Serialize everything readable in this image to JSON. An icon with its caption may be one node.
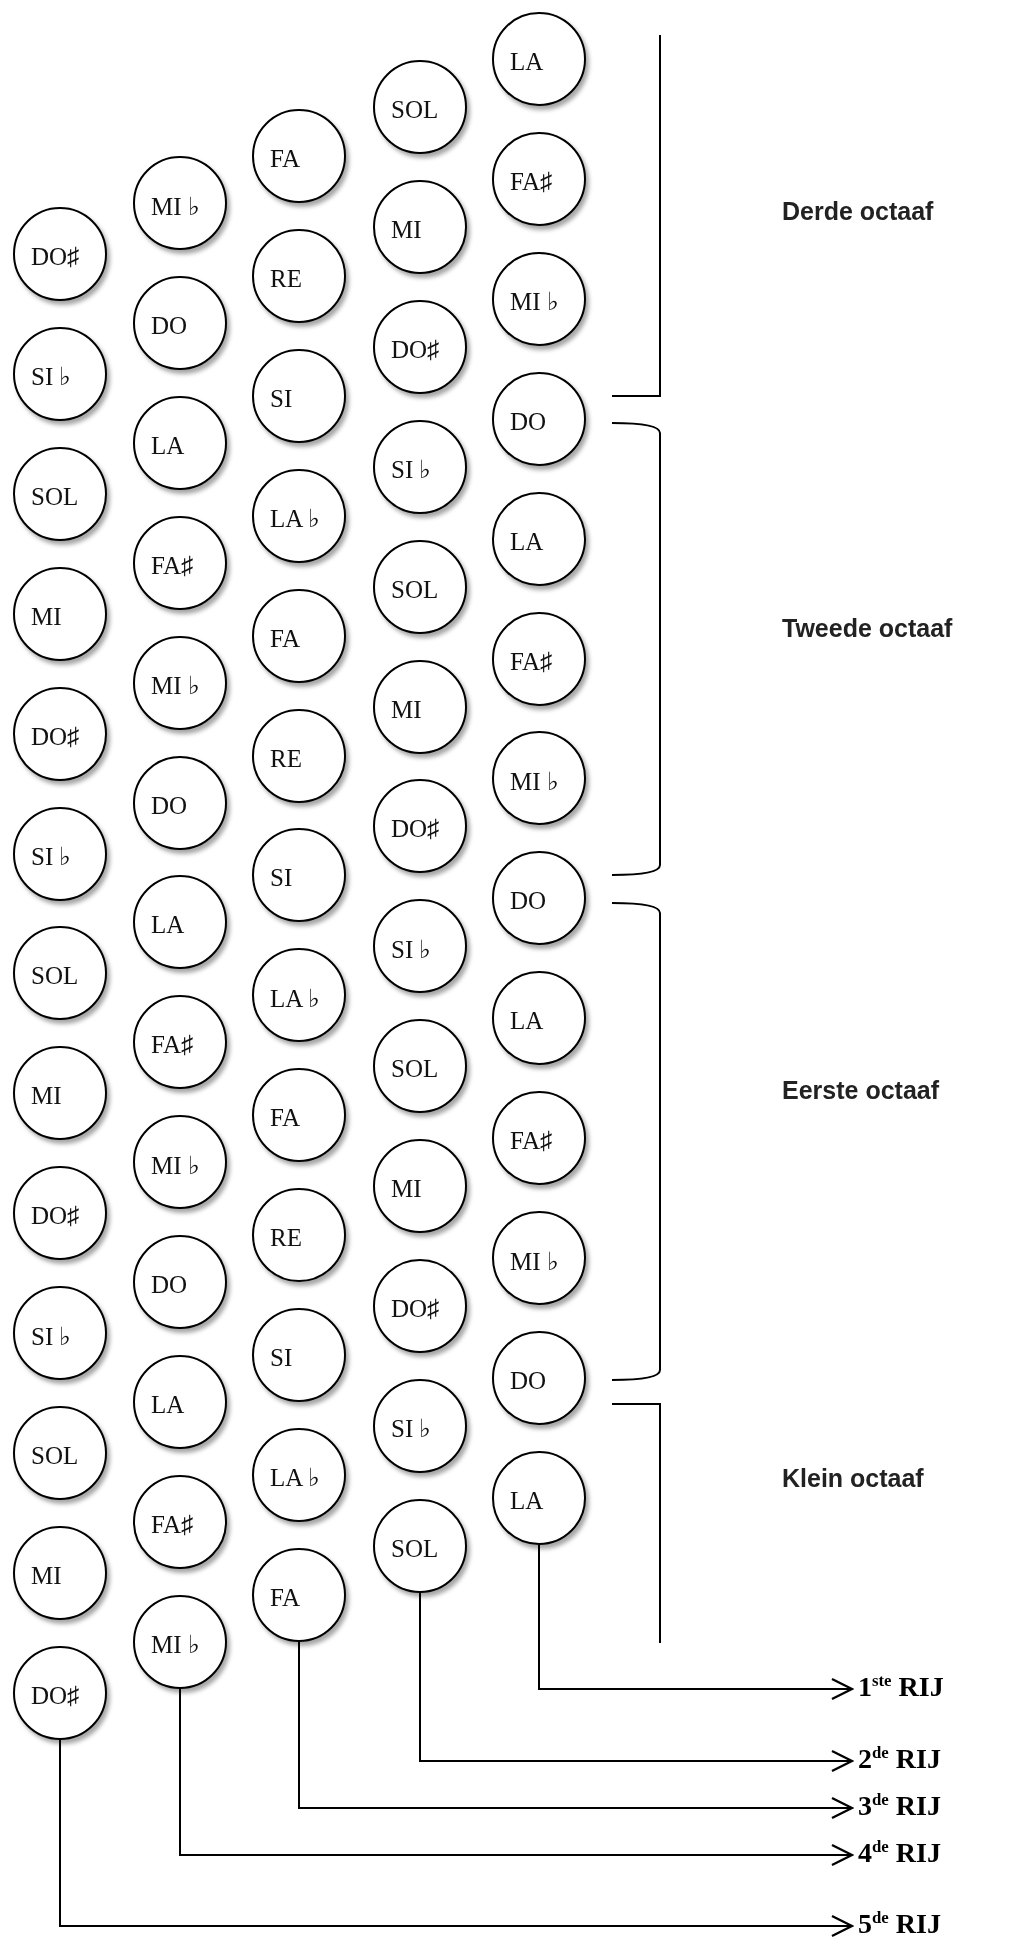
{
  "diagram": {
    "nodes": [
      {
        "text": [
          "DO♯"
        ]
      },
      {
        "text": [
          "SI ♭"
        ]
      },
      {
        "text": [
          "SOL"
        ]
      },
      {
        "text": [
          "MI"
        ]
      },
      {
        "text": [
          "DO♯"
        ]
      },
      {
        "text": [
          "SI ♭"
        ]
      },
      {
        "text": [
          "SOL"
        ]
      },
      {
        "text": [
          "MI"
        ]
      },
      {
        "text": [
          "DO♯"
        ]
      },
      {
        "text": [
          "SI ♭"
        ]
      },
      {
        "text": [
          "SOL"
        ]
      },
      {
        "text": [
          "MI"
        ]
      },
      {
        "text": [
          "DO♯"
        ]
      },
      {
        "text": [
          "MI ♭"
        ]
      },
      {
        "text": [
          "DO"
        ]
      },
      {
        "text": [
          "LA"
        ]
      },
      {
        "text": [
          "FA♯"
        ]
      },
      {
        "text": [
          "MI ♭"
        ]
      },
      {
        "text": [
          "DO"
        ]
      },
      {
        "text": [
          "LA"
        ]
      },
      {
        "text": [
          "FA♯"
        ]
      },
      {
        "text": [
          "MI ♭"
        ]
      },
      {
        "text": [
          "DO"
        ]
      },
      {
        "text": [
          "LA"
        ]
      },
      {
        "text": [
          "FA♯"
        ]
      },
      {
        "text": [
          "MI ♭"
        ]
      },
      {
        "text": [
          "FA"
        ]
      },
      {
        "text": [
          "RE"
        ]
      },
      {
        "text": [
          "SI"
        ]
      },
      {
        "text": [
          "LA ♭"
        ]
      },
      {
        "text": [
          "FA"
        ]
      },
      {
        "text": [
          "RE"
        ]
      },
      {
        "text": [
          "SI"
        ]
      },
      {
        "text": [
          "LA ♭"
        ]
      },
      {
        "text": [
          "FA"
        ]
      },
      {
        "text": [
          "RE"
        ]
      },
      {
        "text": [
          "SI"
        ]
      },
      {
        "text": [
          "LA ♭"
        ]
      },
      {
        "text": [
          "FA"
        ]
      },
      {
        "text": [
          "SOL"
        ]
      },
      {
        "text": [
          "MI"
        ]
      },
      {
        "text": [
          "DO♯"
        ]
      },
      {
        "text": [
          "SI ♭"
        ]
      },
      {
        "text": [
          "SOL"
        ]
      },
      {
        "text": [
          "MI"
        ]
      },
      {
        "text": [
          "DO♯"
        ]
      },
      {
        "text": [
          "SI ♭"
        ]
      },
      {
        "text": [
          "SOL"
        ]
      },
      {
        "text": [
          "MI"
        ]
      },
      {
        "text": [
          "DO♯"
        ]
      },
      {
        "text": [
          "SI ♭"
        ]
      },
      {
        "text": [
          "SOL"
        ]
      },
      {
        "text": [
          "LA"
        ]
      },
      {
        "text": [
          "FA♯"
        ]
      },
      {
        "text": [
          "MI ♭"
        ]
      },
      {
        "text": [
          "DO"
        ]
      },
      {
        "text": [
          "LA"
        ]
      },
      {
        "text": [
          "FA♯"
        ]
      },
      {
        "text": [
          "MI ♭"
        ]
      },
      {
        "text": [
          "DO"
        ]
      },
      {
        "text": [
          "LA"
        ]
      },
      {
        "text": [
          "FA♯"
        ]
      },
      {
        "text": [
          "MI ♭"
        ]
      },
      {
        "text": [
          "DO"
        ]
      },
      {
        "text": [
          "LA"
        ]
      },
      {
        "text": [
          "1$^{ste}$ RIJ"
        ]
      },
      {
        "text": [
          "2$^{de}$ RIJ"
        ]
      },
      {
        "text": [
          "3$^{de}$ RIJ"
        ]
      },
      {
        "text": [
          "4$^{de}$ RIJ"
        ]
      },
      {
        "text": [
          "5$^{de}$ RIJ"
        ]
      }
    ],
    "edges": [
      {
        "from": 64,
        "to": 65,
        "arrow": "to"
      },
      {
        "from": 51,
        "to": 66,
        "arrow": "to"
      },
      {
        "from": 38,
        "to": 67,
        "arrow": "to"
      },
      {
        "from": 25,
        "to": 68,
        "arrow": "to"
      },
      {
        "from": 12,
        "to": 69,
        "arrow": "to"
      }
    ],
    "labels": [
      "Derde octaaf",
      "Tweede octaaf",
      "Eerste octaaf",
      "Klein octaaf"
    ]
  }
}
